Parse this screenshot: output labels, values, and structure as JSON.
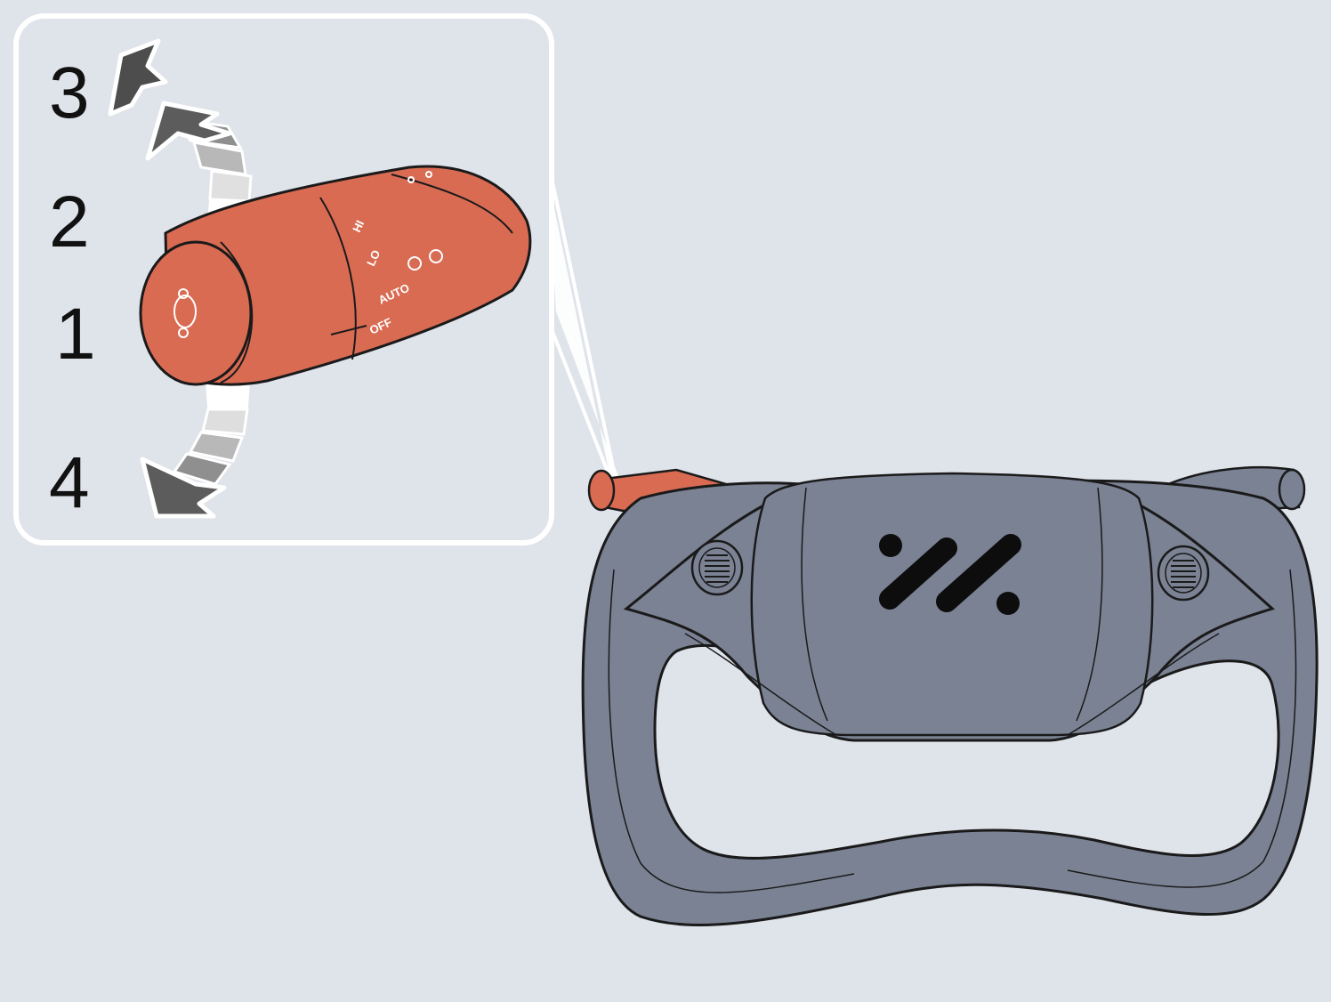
{
  "colors": {
    "background": "#dfe3ea",
    "callout_fill": "#dfe3ea",
    "callout_border": "#ffffff",
    "stalk": "#d96b53",
    "wheel": "#7a8293",
    "outline": "#1a1a1a",
    "logo": "#0d0d0d",
    "arrow": "#5c5c5c"
  },
  "callout": {
    "positions": [
      "3",
      "2",
      "1",
      "4"
    ]
  },
  "stalk": {
    "labels": [
      "HI",
      "LO",
      "AUTO",
      "OFF"
    ]
  },
  "wheel": {
    "logo_icon": "brand-logo-icon"
  }
}
